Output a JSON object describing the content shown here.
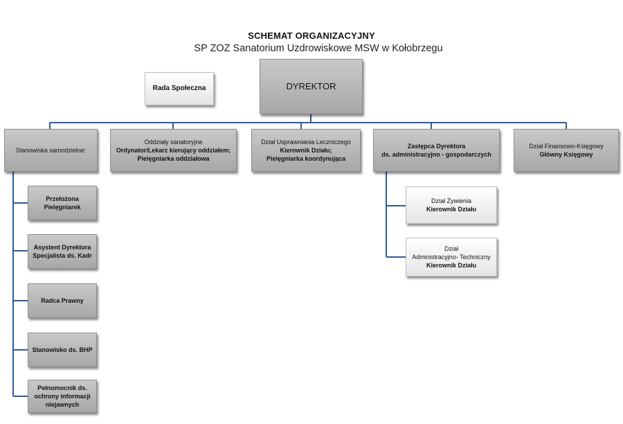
{
  "title": "SCHEMAT ORGANIZACYJNY",
  "subtitle": "SP ZOZ Sanatorium Uzdrowiskowe MSW w Kołobrzegu",
  "colors": {
    "connector": "#2b5b9a",
    "box_dark": "#b8b8b8",
    "box_light": "#f2f2f2"
  },
  "rada": {
    "label": "Rada Społeczna"
  },
  "director": {
    "label": "DYREKTOR"
  },
  "departments": {
    "stanowiska": {
      "label": "Stanowiska samodzielne:"
    },
    "oddzialy": {
      "line1": "Oddziały sanatoryjne",
      "line2": "Ordynator/Lekarz kierujący oddziałem;",
      "line3": "Pielęgniarka oddziałowa"
    },
    "usprawnianie": {
      "line1": "Dział Usprawniania Leczniczego",
      "line2": "Kierownik Działu;",
      "line3": "Pielęgniarka koordynująca"
    },
    "zastepca": {
      "line1": "Zastępca Dyrektora",
      "line2": "ds. administracyjno - gospodarczych"
    },
    "finansowy": {
      "line1": "Dział Finansowo-Księgowy",
      "line2": "Główny Księgowy"
    }
  },
  "independent_posts": [
    {
      "line1": "Przełożona",
      "line2": "Pielęgniarek"
    },
    {
      "line1": "Asystent Dyrektora",
      "line2": "Specjalista ds. Kadr"
    },
    {
      "line1": "Radca Prawny"
    },
    {
      "line1": "Stanowisko ds. BHP"
    },
    {
      "line1": "Pełnomocnik ds.",
      "line2": "ochrony informacji",
      "line3": "niejawnych"
    }
  ],
  "deputy_units": [
    {
      "line1": "Dział Żywienia",
      "line2": "Kierownik Działu"
    },
    {
      "line1": "Dział",
      "line2": "Administracyjno- Techniczny",
      "line3": "Kierownik Działu"
    }
  ]
}
